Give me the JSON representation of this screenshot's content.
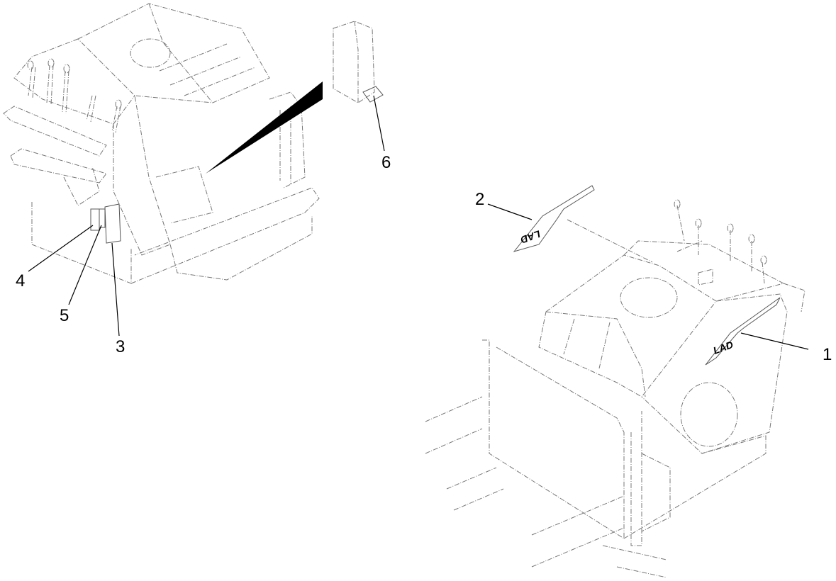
{
  "callouts": {
    "c1": "1",
    "c2": "2",
    "c3": "3",
    "c4": "4",
    "c5": "5",
    "c6": "6"
  },
  "decals": {
    "front_decal": "LAD",
    "rear_decal": "LAD"
  }
}
